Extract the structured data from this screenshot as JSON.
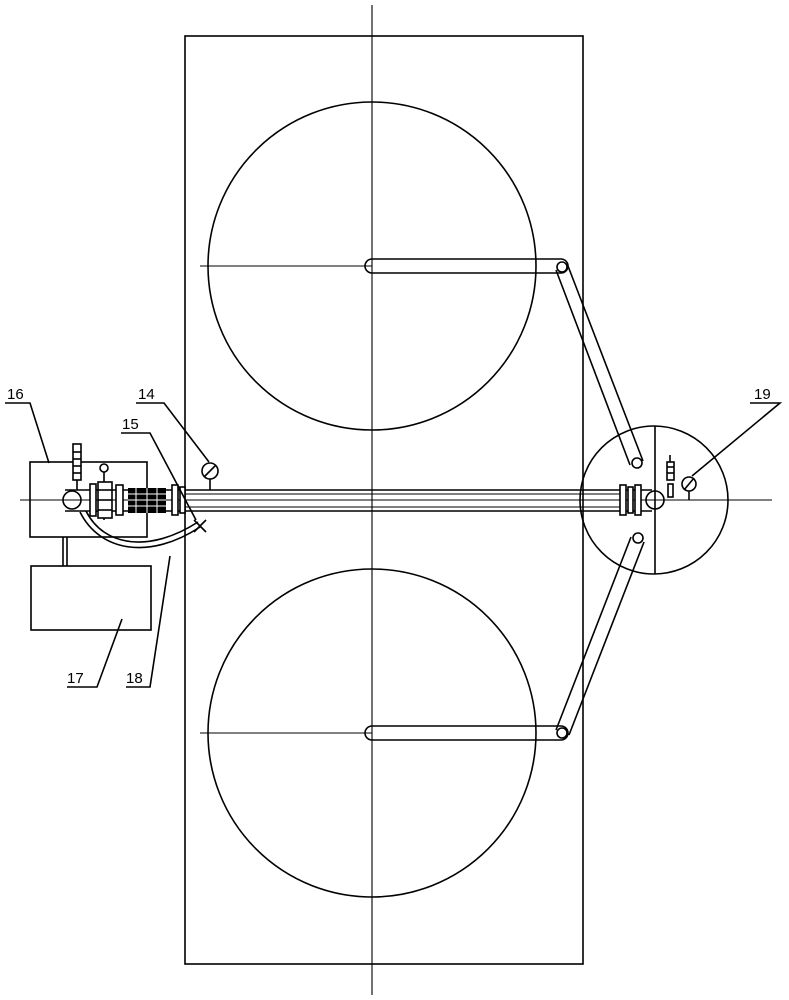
{
  "labels": {
    "l14": "14",
    "l15": "15",
    "l16": "16",
    "l17": "17",
    "l18": "18",
    "l19": "19"
  },
  "colors": {
    "line": "#000000",
    "background": "#ffffff"
  }
}
